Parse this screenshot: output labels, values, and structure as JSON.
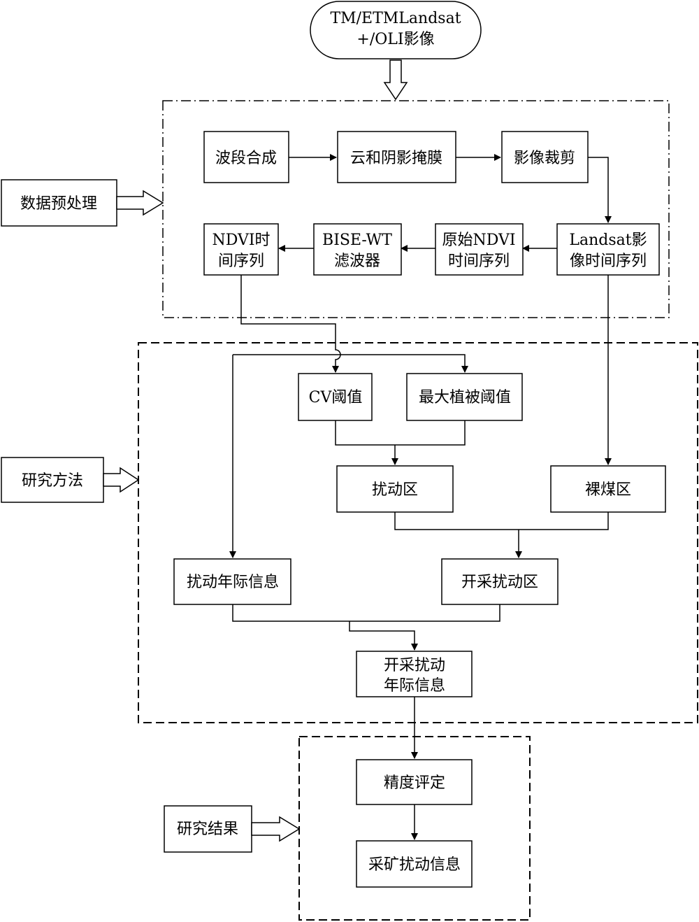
{
  "source": {
    "line1": "TM/ETMLandsat",
    "line2": "+/OLI影像"
  },
  "side_labels": {
    "preprocess": "数据预处理",
    "method": "研究方法",
    "result": "研究结果"
  },
  "nodes": {
    "band_combination": "波段合成",
    "cloud_shadow_mask": "云和阴影掩膜",
    "image_clip": "影像裁剪",
    "landsat_series": {
      "line1": "Landsat影",
      "line2": "像时间序列"
    },
    "raw_ndvi_series": {
      "line1": "原始NDVI",
      "line2": "时间序列"
    },
    "bise_wt_filter": {
      "line1": "BISE-WT",
      "line2": "滤波器"
    },
    "ndvi_series": {
      "line1": "NDVI时",
      "line2": "间序列"
    },
    "cv_threshold": "CV阈值",
    "max_veg_threshold": "最大植被阈值",
    "disturbance_area": "扰动区",
    "bare_coal_area": "裸煤区",
    "annual_disturbance_info": "扰动年际信息",
    "mining_disturbance_area": "开采扰动区",
    "mining_annual_info": {
      "line1": "开采扰动",
      "line2": "年际信息"
    },
    "accuracy_assessment": "精度评定",
    "mining_disturbance_info": "采矿扰动信息"
  }
}
